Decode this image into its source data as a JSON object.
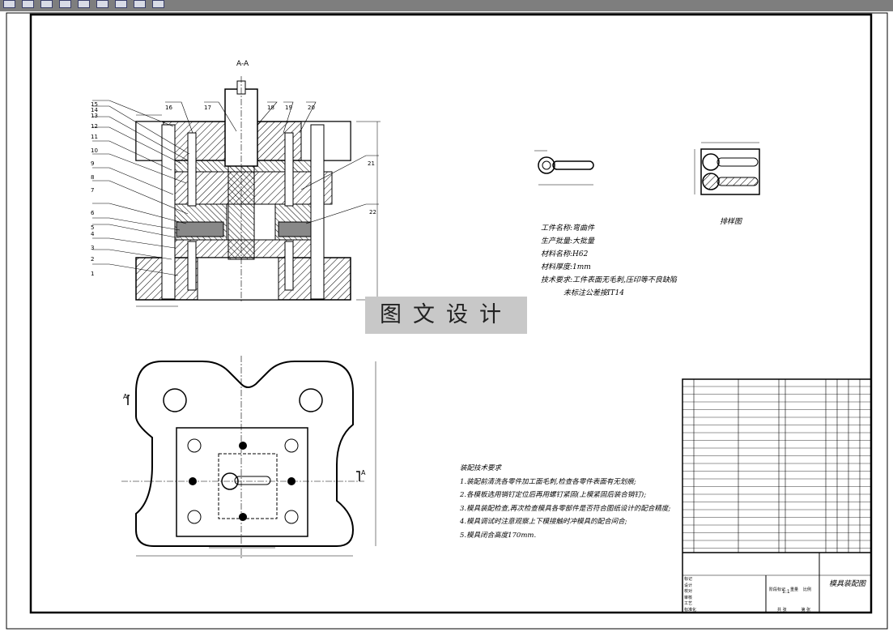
{
  "toolbar": {
    "icons": [
      "toolbar-icon-1",
      "toolbar-icon-2",
      "toolbar-icon-3",
      "toolbar-icon-4",
      "toolbar-icon-5",
      "toolbar-icon-6",
      "toolbar-icon-7",
      "toolbar-icon-8",
      "toolbar-icon-9"
    ]
  },
  "section_view": {
    "title": "A-A",
    "callouts": [
      "1",
      "2",
      "3",
      "4",
      "5",
      "6",
      "7",
      "8",
      "9",
      "10",
      "11",
      "12",
      "13",
      "14",
      "15",
      "16",
      "17",
      "18",
      "19",
      "20",
      "21",
      "22"
    ]
  },
  "plan_view": {
    "section_mark": "A"
  },
  "workpiece": {
    "caption": "排样图",
    "lines": [
      "工件名称:弯曲件",
      "生产批量:大批量",
      "材料名称:H62",
      "材料厚度:1mm",
      "技术要求:工件表面无毛刺,压印等不良缺陷",
      "未标注公差按IT14"
    ]
  },
  "assembly_notes": {
    "heading": "装配技术要求",
    "lines": [
      "1.装配前清洗各零件加工面毛刺,检查各零件表面有无划痕;",
      "2.各模板选用销钉定位后再用螺钉紧固(上模紧固后装合销钉);",
      "3.模具装配检查,再次检查模具各零部件是否符合图纸设计的配合精度;",
      "4.模具调试时注意观察上下模接触时冲模具的配合间合;",
      "5.模具闭合高度170mm."
    ]
  },
  "watermark": "图文设计",
  "title_block": {
    "drawing_name": "模具装配图",
    "row_labels": [
      "标记",
      "设计",
      "校对",
      "审核",
      "工艺",
      "标准化"
    ],
    "stage_labels": [
      "阶段标记",
      "重量",
      "比例"
    ],
    "scale": "1:1",
    "sheet_info": [
      "共 张",
      "第 张"
    ]
  }
}
